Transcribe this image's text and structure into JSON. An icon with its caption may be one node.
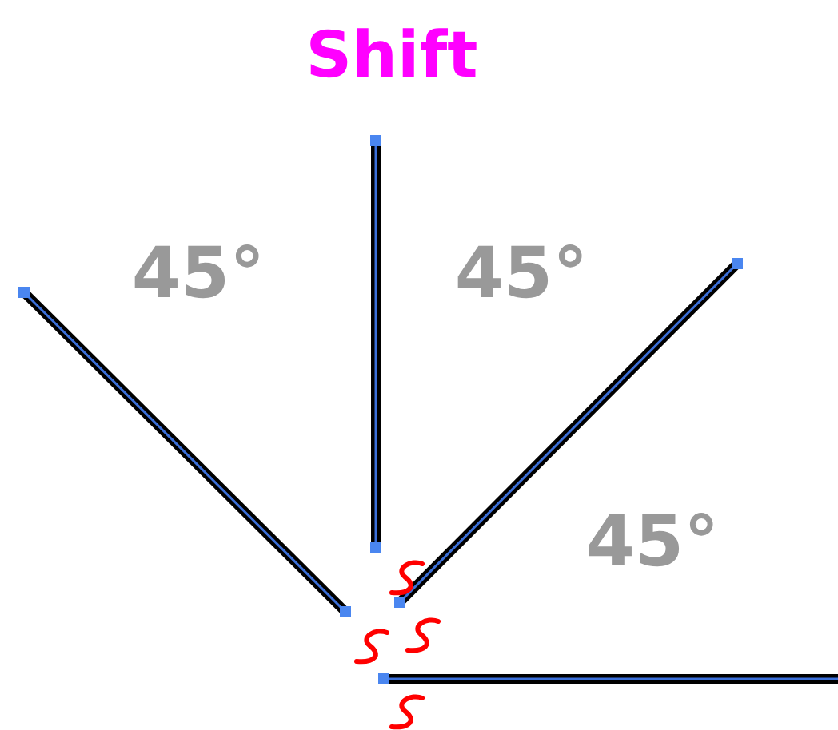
{
  "diagram": {
    "title": "Shift",
    "labels": [
      "45°",
      "45°",
      "45°"
    ]
  }
}
